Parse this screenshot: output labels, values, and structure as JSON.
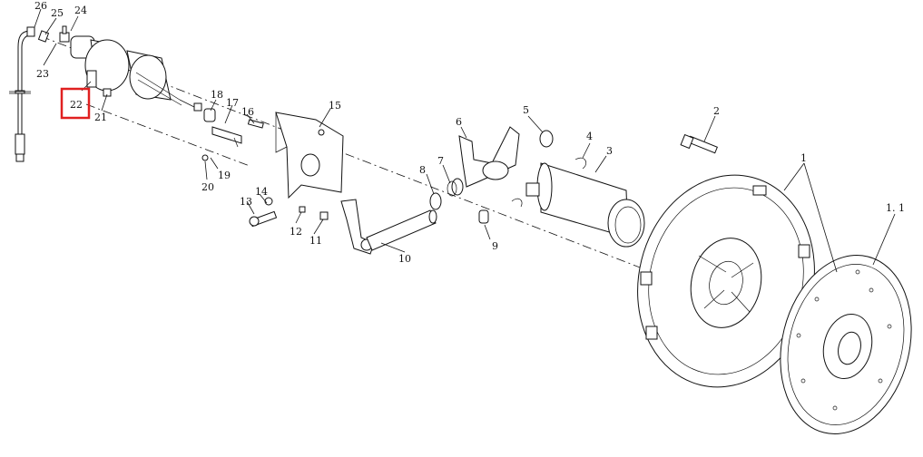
{
  "highlight_color": "#e02020",
  "highlighted_label": "22",
  "labels": [
    {
      "id": "26",
      "text": "26"
    },
    {
      "id": "25",
      "text": "25"
    },
    {
      "id": "24",
      "text": "24"
    },
    {
      "id": "23",
      "text": "23"
    },
    {
      "id": "22",
      "text": "22"
    },
    {
      "id": "21",
      "text": "21"
    },
    {
      "id": "20",
      "text": "20"
    },
    {
      "id": "19",
      "text": "19"
    },
    {
      "id": "18",
      "text": "18"
    },
    {
      "id": "17",
      "text": "17"
    },
    {
      "id": "16",
      "text": "16"
    },
    {
      "id": "15",
      "text": "15"
    },
    {
      "id": "14",
      "text": "14"
    },
    {
      "id": "13",
      "text": "13"
    },
    {
      "id": "12",
      "text": "12"
    },
    {
      "id": "11",
      "text": "11"
    },
    {
      "id": "10",
      "text": "10"
    },
    {
      "id": "9",
      "text": "9"
    },
    {
      "id": "8",
      "text": "8"
    },
    {
      "id": "7",
      "text": "7"
    },
    {
      "id": "6",
      "text": "6"
    },
    {
      "id": "5",
      "text": "5"
    },
    {
      "id": "4",
      "text": "4"
    },
    {
      "id": "3",
      "text": "3"
    },
    {
      "id": "2",
      "text": "2"
    },
    {
      "id": "1",
      "text": "1"
    },
    {
      "id": "1.1",
      "text": "1. 1"
    }
  ]
}
